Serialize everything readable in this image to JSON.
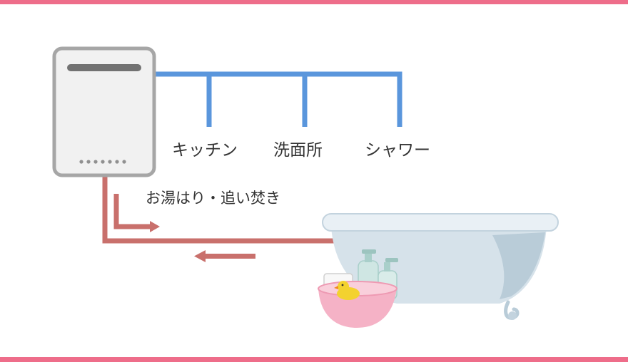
{
  "labels": {
    "kitchen": "キッチン",
    "washroom": "洗面所",
    "shower": "シャワー",
    "bath_fill": "お湯はり・追い焚き"
  },
  "colors": {
    "frame_pink": "#ee6d8a",
    "water_blue": "#5a96dc",
    "pipe_red": "#c9706c",
    "heater_gray": "#a6a6a6",
    "tub": "#d6e2ea",
    "basin_pink": "#f5b2c6",
    "duck": "#f3d22f",
    "text": "#333333"
  },
  "icons": [
    "water-heater-icon",
    "bathtub-icon",
    "wash-basin-icon",
    "rubber-duck-icon"
  ]
}
